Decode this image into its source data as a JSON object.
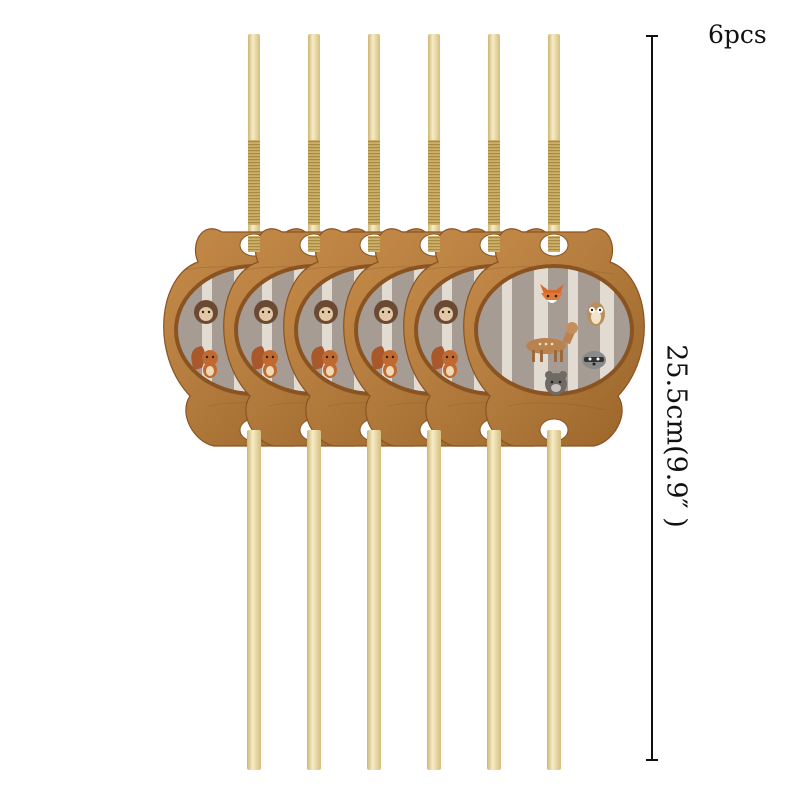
{
  "product": {
    "quantity_label": "6pcs",
    "dimension_label": "25.5cm(9.9″ )",
    "straw_count": 6
  },
  "colors": {
    "straw": "#e9d79c",
    "straw_shade": "#cdb676",
    "straw_highlight": "#f6ecc6",
    "thread": "#b89a4c",
    "wood": "#b17a3c",
    "wood_dark": "#8a5422",
    "wood_grain": "#c68b4a",
    "inner_bg": "#a69c94",
    "birch": "#ece6dd",
    "dimension_line": "#111111"
  },
  "illustrations": {
    "repeated_card_animals": [
      "hedgehog-icon",
      "squirrel-icon"
    ],
    "front_card_animals": [
      "fox-icon",
      "owl-icon",
      "deer-icon",
      "raccoon-icon",
      "bear-icon"
    ]
  }
}
